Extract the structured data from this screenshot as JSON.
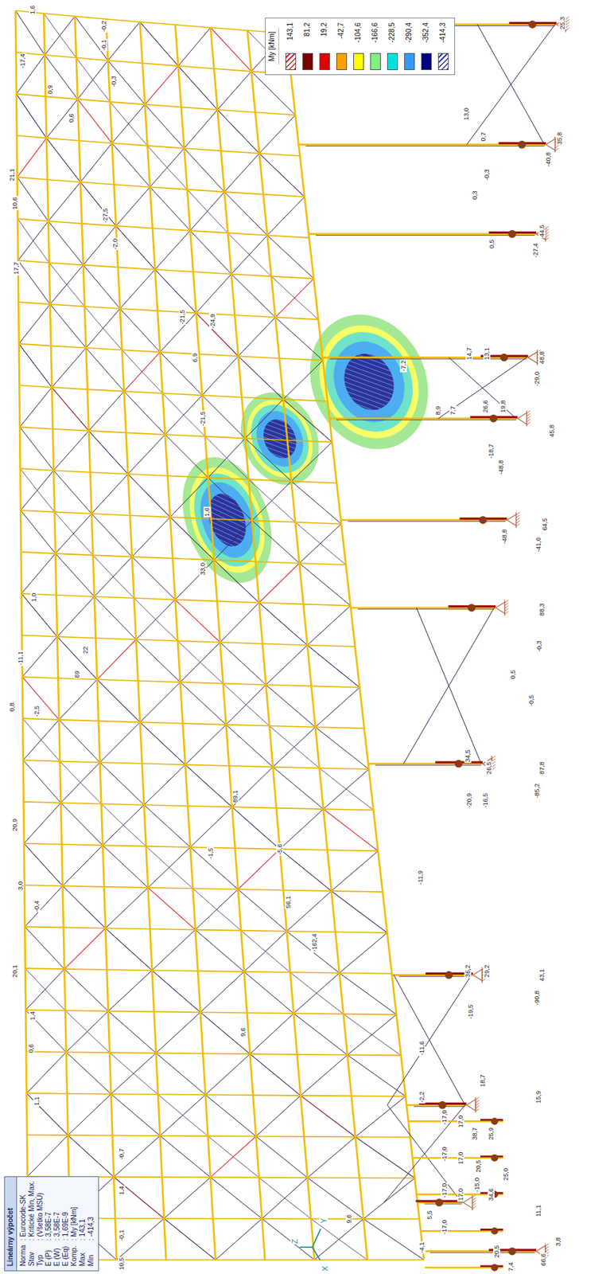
{
  "diagram": {
    "nodes": [
      {
        "text": [
          "Lineárny výpočet",
          "Norma",
          ": Eurocode-SK",
          "Stav",
          ": Kritické Min, Max.",
          "Typ",
          ": (Všetko MSÚ)",
          "E (P)",
          ": 3,58E-7",
          "E (W)",
          ": 3,58E-7",
          "E (Eq)",
          ": 1,69E-9",
          "Komp.",
          ": My [kNm]",
          "Max",
          ": 143,1",
          "Min",
          ": -414,3"
        ]
      },
      {
        "text": [
          "My [kNm]"
        ]
      }
    ],
    "labels": [
      "25,3",
      "1,6",
      "-0,2",
      "-0,1",
      "-0,3",
      "13,0",
      "0,9",
      "0,6",
      "35,8",
      "-40,8",
      "0,7",
      "-0,3",
      "0,3",
      "44,5",
      "-27,4",
      "0,5",
      "-17,4",
      "21,1",
      "10,6",
      "-27,5",
      "-2,0",
      "17,7",
      "-7,2",
      "14,7",
      "13,1",
      "48,8",
      "-29,0",
      "8,9",
      "7,7",
      "26,6",
      "19,8",
      "45,8",
      "-18,7",
      "-48,8",
      "64,5",
      "-41,6",
      "-48,8",
      "1,0",
      "-21,5",
      "-21,5",
      "6,9",
      "88,3",
      "-0,3",
      "0,5",
      "-0,5",
      "34,5",
      "26,5",
      "87,8",
      "-85,2",
      "-20,9",
      "-16,5",
      "-11,1",
      "0,8",
      "-2,5",
      "-11,9",
      "36,2",
      "29,2",
      "43,1",
      "-90,8",
      "-19,5",
      "-11,6",
      "20,9",
      "3,0",
      "-0,4",
      "20,1",
      "38,7",
      "25,9",
      "15,9",
      "-15,0",
      "34,6",
      "25,0",
      "11,1",
      "5,5",
      "18,7",
      "66,6",
      "3,8",
      "-17,0",
      "-17,0",
      "-17,0",
      "-17,0",
      "17,0",
      "17,0",
      "17,0",
      "20,5",
      "20,5",
      "7,4",
      "10,5",
      "-0,1",
      "1,4",
      "-0,7",
      "1,1",
      "0,6",
      "1,4",
      "-162,4",
      "56,1",
      "89,1",
      "69",
      "22",
      "-24,9",
      "33,0",
      "-1,5",
      "-5,6",
      "1,6",
      "-2,2",
      "9,6",
      "9,6",
      "-4,1",
      "Z",
      "Y",
      "X"
    ],
    "legend": [
      {
        "text": "143,1",
        "color": "#c83232"
      },
      {
        "text": "81,2",
        "color": "#7b0000"
      },
      {
        "text": "19,2",
        "color": "#e00000"
      },
      {
        "text": "-42,7",
        "color": "#ffa000"
      },
      {
        "text": "-104,6",
        "color": "#ffff00"
      },
      {
        "text": "-166,6",
        "color": "#80f080"
      },
      {
        "text": "-228,5",
        "color": "#00e0e0"
      },
      {
        "text": "-290,4",
        "color": "#3399ff"
      },
      {
        "text": "-352,4",
        "color": "#000080"
      },
      {
        "text": "-414,3",
        "color": "#3a3ab0"
      }
    ]
  }
}
